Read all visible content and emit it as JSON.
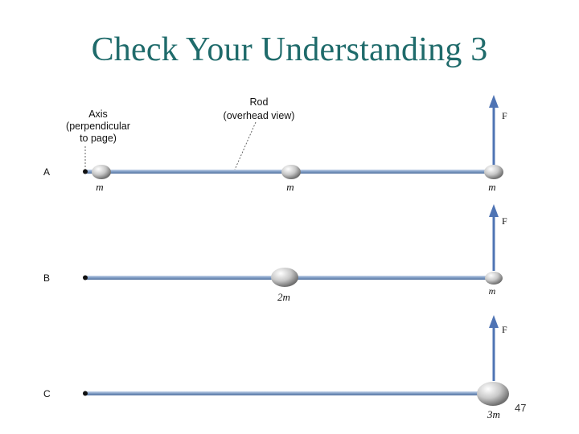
{
  "slide": {
    "title": "Check Your Understanding 3",
    "page_number": "47"
  },
  "figure": {
    "axis_label": [
      "Axis",
      "(perpendicular",
      "to page)"
    ],
    "rod_label": [
      "Rod",
      "(overhead view)"
    ],
    "rows": [
      {
        "label": "A",
        "force": "F",
        "masses": [
          "m",
          "m",
          "m"
        ]
      },
      {
        "label": "B",
        "force": "F",
        "masses": [
          "2m",
          "m"
        ]
      },
      {
        "label": "C",
        "force": "F",
        "masses": [
          "3m"
        ]
      }
    ]
  },
  "colors": {
    "title": "#1f6b6b",
    "rod": "#7e9cc4",
    "arrow": "#4f74b4"
  }
}
